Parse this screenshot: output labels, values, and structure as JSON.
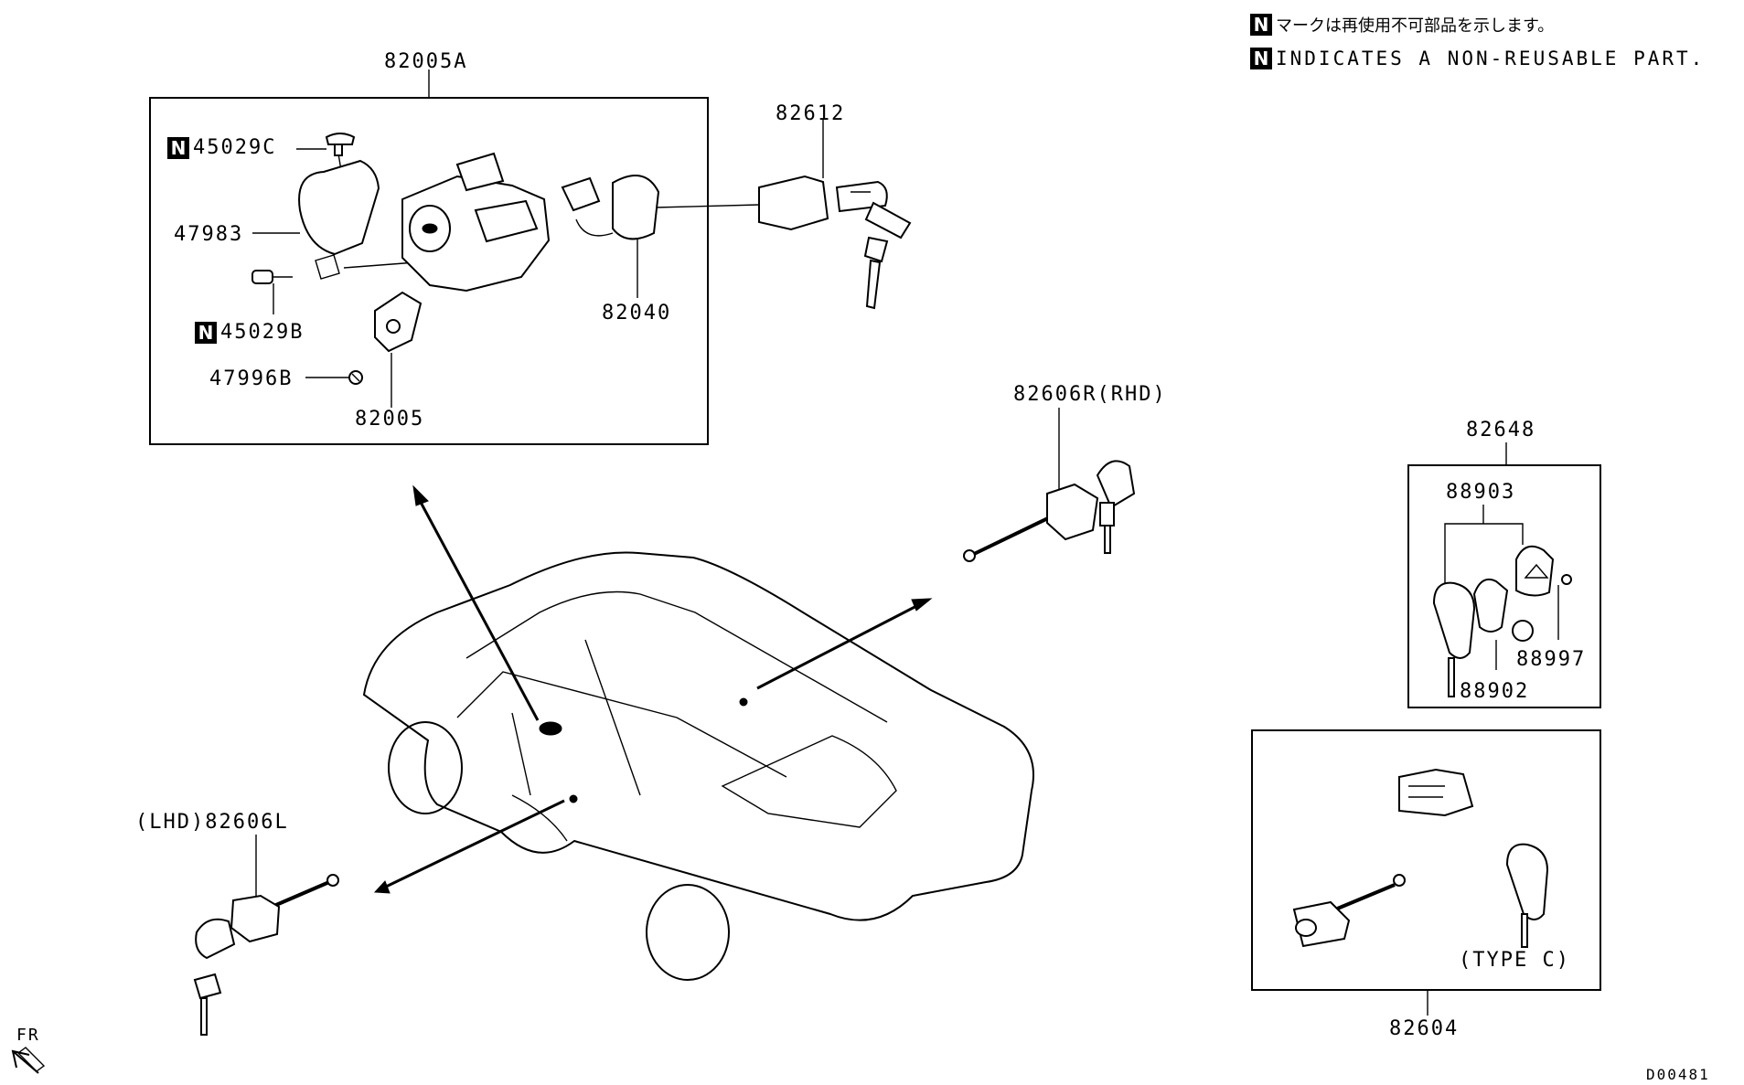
{
  "legend": {
    "n_mark": "N",
    "japanese": "マークは再使用不可部品を示します。",
    "english": "INDICATES A NON-REUSABLE PART."
  },
  "labels": {
    "p82005A": "82005A",
    "p45029C": "45029C",
    "p47983": "47983",
    "p45029B": "45029B",
    "p47996B": "47996B",
    "p82005": "82005",
    "p82040": "82040",
    "p82612": "82612",
    "p82606R": "82606R(RHD)",
    "p82606L": "(LHD)82606L",
    "p82648": "82648",
    "p88903": "88903",
    "p88997": "88997",
    "p88902": "88902",
    "p82604": "82604",
    "type_c": "(TYPE C)"
  },
  "direction": {
    "label": "FR"
  },
  "diagram_code": "D00481",
  "icons": [
    "front-direction-arrow-icon",
    "non-reusable-n-mark-icon"
  ]
}
